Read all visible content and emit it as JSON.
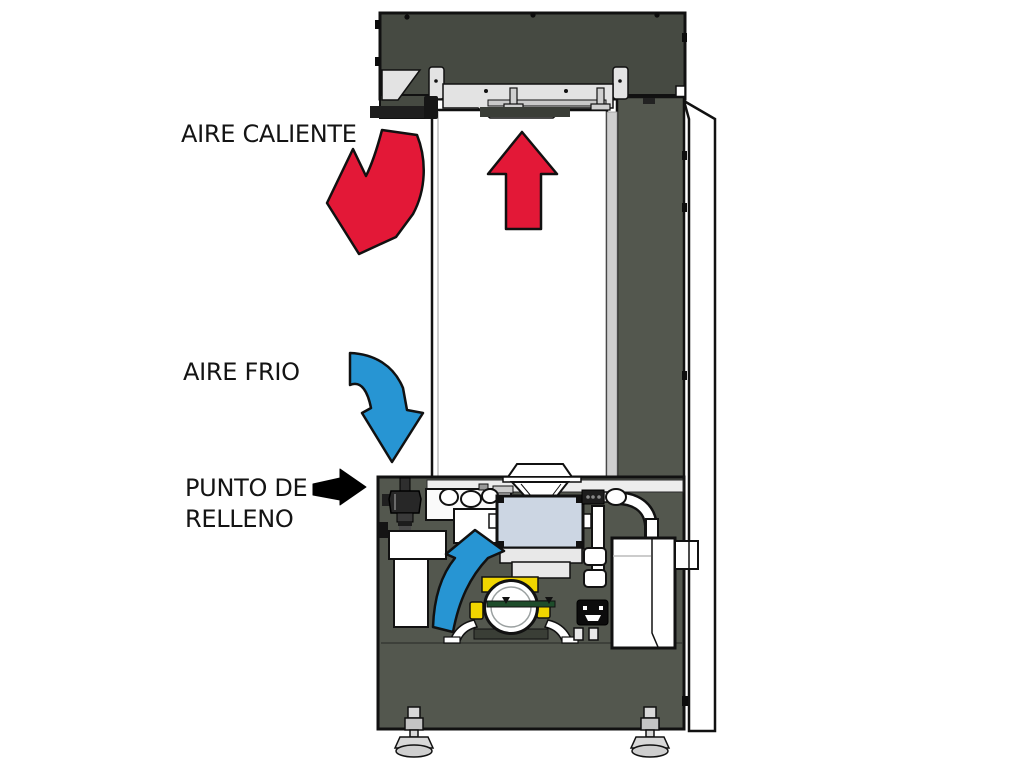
{
  "labels": {
    "hot_air": "AIRE CALIENTE",
    "cold_air": "AIRE FRIO",
    "fill_point_line1": "PUNTO DE",
    "fill_point_line2": "RELLENO"
  },
  "colors": {
    "hot_air": "#e31837",
    "cold_air": "#2795d3",
    "pointer": "#000000",
    "cabinet_top": "#464a42",
    "cabinet_dark": "#53574e",
    "metal": "#e3e3e3",
    "panel_white": "#ffffff",
    "tank": "#ccd6e3",
    "compressor_yellow": "#f0d500",
    "mount_green": "#1e4d2b",
    "outline": "#111111"
  },
  "arrows": {
    "hot_air_up": {
      "meaning": "hot air rising inside duct",
      "direction": "up"
    },
    "hot_air_exit": {
      "meaning": "hot air exiting left",
      "direction": "curved-left"
    },
    "cold_air_in": {
      "meaning": "cold air entering",
      "direction": "curved-down"
    },
    "cold_air_rise": {
      "meaning": "air rising from compressor bay",
      "direction": "curved-up"
    },
    "fill_point": {
      "meaning": "pointer to filling point",
      "direction": "right"
    }
  }
}
